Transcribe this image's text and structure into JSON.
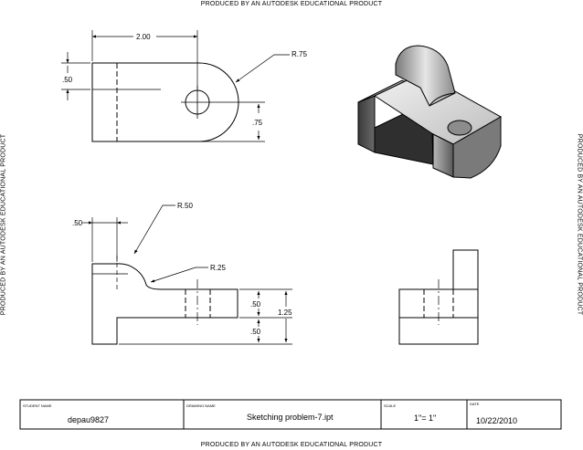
{
  "banners": {
    "top": "PRODUCED BY AN AUTODESK EDUCATIONAL PRODUCT",
    "bottom": "PRODUCED BY AN AUTODESK EDUCATIONAL PRODUCT",
    "left": "PRODUCED BY AN AUTODESK EDUCATIONAL PRODUCT",
    "right": "PRODUCED BY AN AUTODESK EDUCATIONAL PRODUCT"
  },
  "dimensions": {
    "top_view": {
      "width": "2.00",
      "radius": "R.75",
      "left_height": ".50",
      "right_height": ".75"
    },
    "front_view": {
      "left_offset": ".50",
      "arc_radius": "R.50",
      "fillet_radius": "R.25",
      "upper_height": ".50",
      "lower_height": ".50",
      "total_height": "1.25"
    }
  },
  "title_block": {
    "student_label": "STUDENT NAME",
    "student_value": "depau9827",
    "drawing_label": "DRAWING NAME",
    "drawing_value": "Sketching problem-7.ipt",
    "scale_label": "SCALE",
    "scale_value": "1\"= 1\"",
    "date_label": "DATE",
    "date_value": "10/22/2010"
  },
  "colors": {
    "line": "#000000",
    "iso_light": "#d9d9d9",
    "iso_mid": "#9a9a9a",
    "iso_dark": "#3a3a3a"
  }
}
